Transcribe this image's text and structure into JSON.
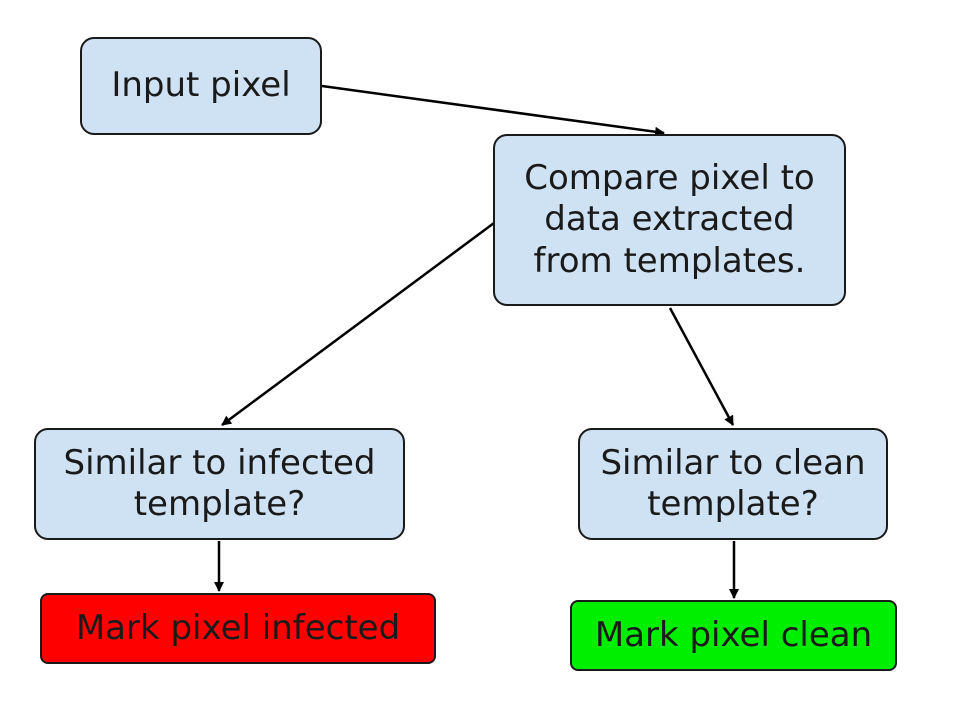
{
  "diagram": {
    "nodes": {
      "input": {
        "label": "Input pixel",
        "fill": "#cfe2f3"
      },
      "compare": {
        "label": "Compare pixel to\ndata extracted\nfrom templates.",
        "fill": "#cfe2f3"
      },
      "similar_infected": {
        "label": "Similar to infected\ntemplate?",
        "fill": "#cfe2f3"
      },
      "similar_clean": {
        "label": "Similar to clean\ntemplate?",
        "fill": "#cfe2f3"
      },
      "mark_infected": {
        "label": "Mark pixel infected",
        "fill": "#ff0000"
      },
      "mark_clean": {
        "label": "Mark pixel clean",
        "fill": "#00ee00"
      }
    },
    "edges": [
      {
        "from": "input",
        "to": "compare"
      },
      {
        "from": "compare",
        "to": "similar_infected"
      },
      {
        "from": "compare",
        "to": "similar_clean"
      },
      {
        "from": "similar_infected",
        "to": "mark_infected"
      },
      {
        "from": "similar_clean",
        "to": "mark_clean"
      }
    ],
    "stroke_color": "#000000"
  }
}
